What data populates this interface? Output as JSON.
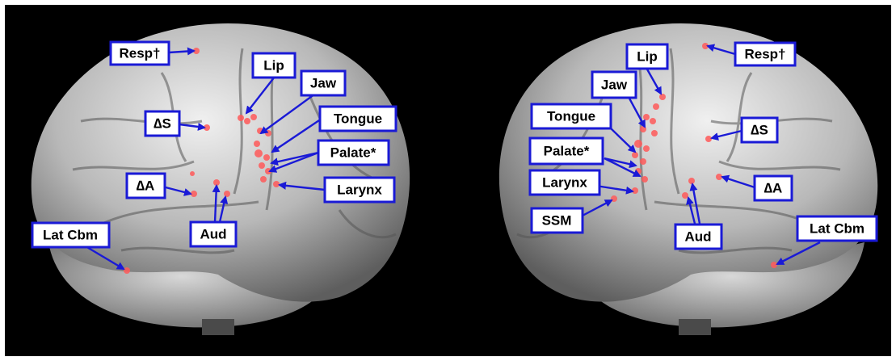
{
  "figure": {
    "background_color": "#000000",
    "border_color": "#ffffff",
    "label_border_color": "#1a1ad6",
    "activation_color": "#ff5a5a"
  },
  "left_hemisphere_labels": {
    "resp": "Resp†",
    "lip": "Lip",
    "jaw": "Jaw",
    "delta_s": "∆S",
    "tongue": "Tongue",
    "palate": "Palate*",
    "delta_a": "∆A",
    "larynx": "Larynx",
    "aud": "Aud",
    "lat_cbm": "Lat Cbm"
  },
  "right_hemisphere_labels": {
    "lip": "Lip",
    "resp": "Resp†",
    "jaw": "Jaw",
    "tongue": "Tongue",
    "delta_s": "∆S",
    "palate": "Palate*",
    "larynx": "Larynx",
    "delta_a": "∆A",
    "ssm": "SSM",
    "aud": "Aud",
    "lat_cbm": "Lat Cbm"
  }
}
